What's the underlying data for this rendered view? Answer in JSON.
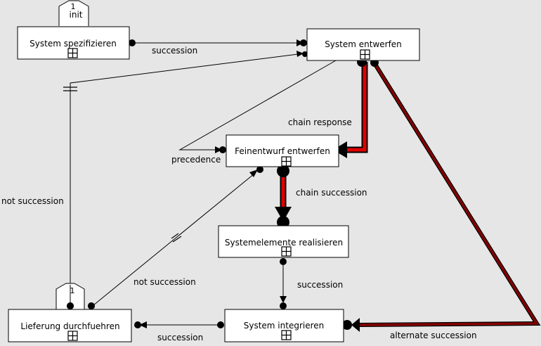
{
  "colors": {
    "background": "#e6e6e6",
    "node_fill": "#ffffff",
    "stroke": "#000000",
    "highlight": "#e00000",
    "alt_fill": "#8b1a1a"
  },
  "nodes": {
    "spezifizieren": {
      "label": "System spezifizieren",
      "badge": "1",
      "badge_label": "init"
    },
    "entwerfen": {
      "label": "System entwerfen"
    },
    "feinentwurf": {
      "label": "Feinentwurf entwerfen"
    },
    "realisieren": {
      "label": "Systemelemente realisieren"
    },
    "integrieren": {
      "label": "System integrieren"
    },
    "lieferung": {
      "label": "Lieferung durchfuehren",
      "badge": "1"
    }
  },
  "edges": {
    "spez_entw": "succession",
    "chain_response": "chain response",
    "precedence": "precedence",
    "chain_succession": "chain succession",
    "not_succession_left": "not succession",
    "not_succession_diag": "not succession",
    "real_integ": "succession",
    "integ_lief": "succession",
    "alternate": "alternate succession"
  },
  "icons": {
    "expand": "plus-box-icon"
  }
}
